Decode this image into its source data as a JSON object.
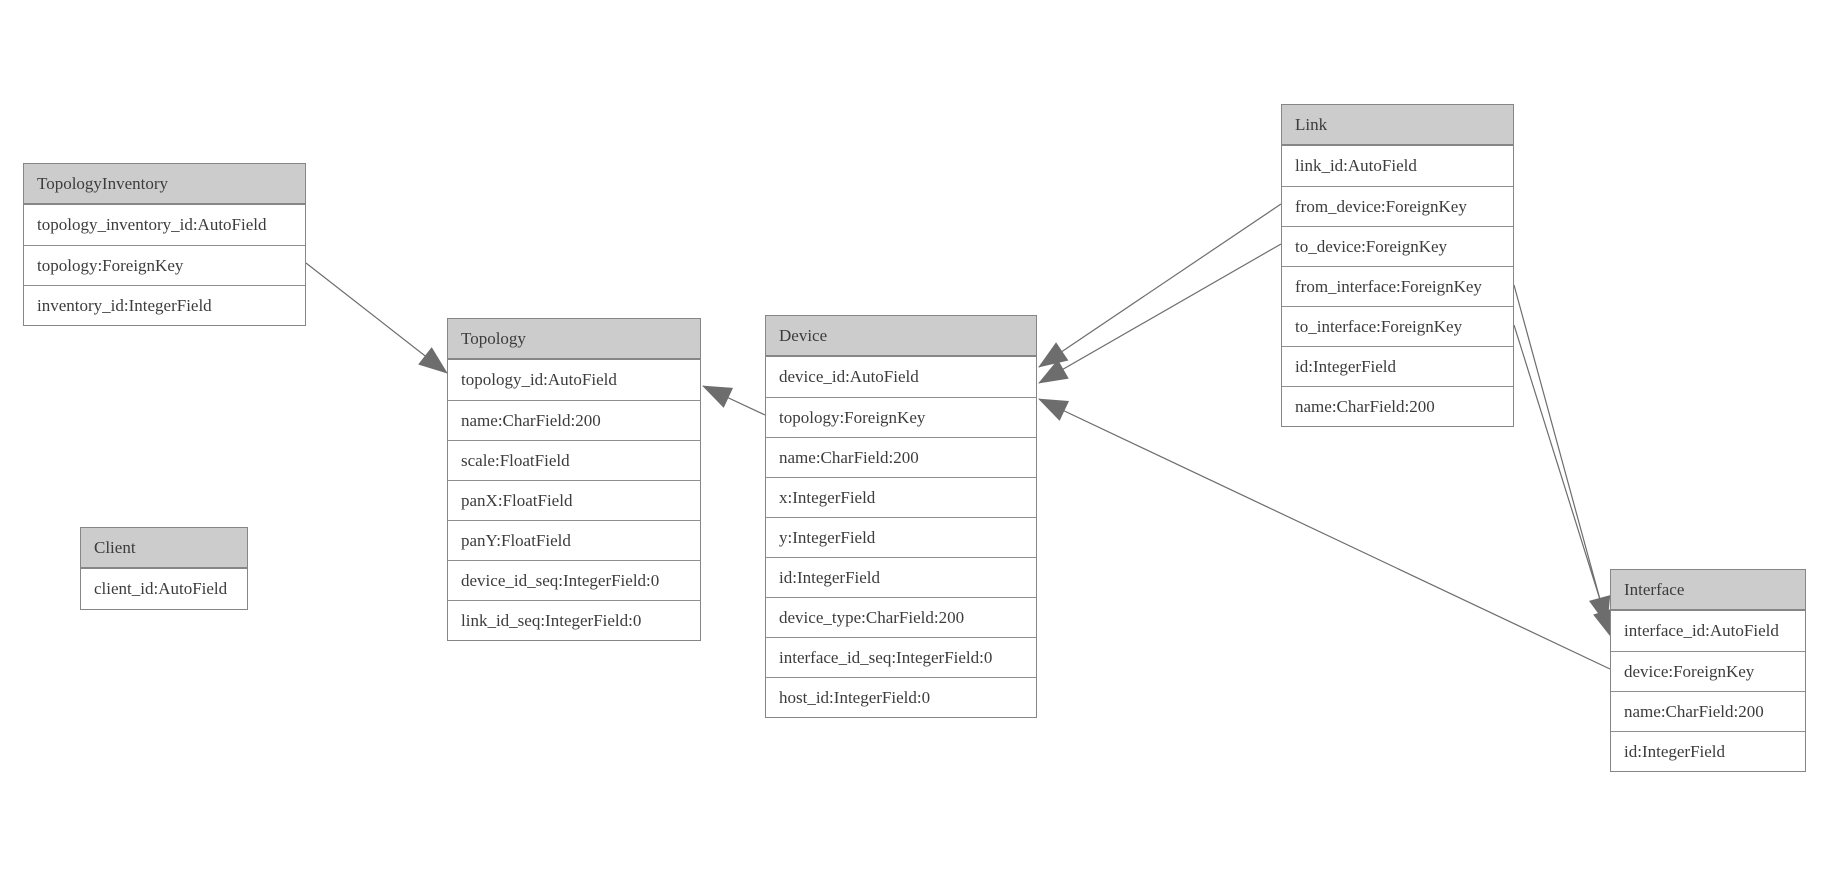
{
  "diagram": {
    "kind": "database-model-diagram",
    "colors": {
      "background": "#ffffff",
      "header_fill": "#cccccc",
      "border": "#868686",
      "row_separator": "#8f8f8f",
      "connector": "#6d6d6d",
      "text": "#3c3c3c"
    },
    "entities": [
      {
        "name": "TopologyInventory",
        "fields": [
          "topology_inventory_id:AutoField",
          "topology:ForeignKey",
          "inventory_id:IntegerField"
        ]
      },
      {
        "name": "Topology",
        "fields": [
          "topology_id:AutoField",
          "name:CharField:200",
          "scale:FloatField",
          "panX:FloatField",
          "panY:FloatField",
          "device_id_seq:IntegerField:0",
          "link_id_seq:IntegerField:0"
        ]
      },
      {
        "name": "Client",
        "fields": [
          "client_id:AutoField"
        ]
      },
      {
        "name": "Device",
        "fields": [
          "device_id:AutoField",
          "topology:ForeignKey",
          "name:CharField:200",
          "x:IntegerField",
          "y:IntegerField",
          "id:IntegerField",
          "device_type:CharField:200",
          "interface_id_seq:IntegerField:0",
          "host_id:IntegerField:0"
        ]
      },
      {
        "name": "Link",
        "fields": [
          "link_id:AutoField",
          "from_device:ForeignKey",
          "to_device:ForeignKey",
          "from_interface:ForeignKey",
          "to_interface:ForeignKey",
          "id:IntegerField",
          "name:CharField:200"
        ]
      },
      {
        "name": "Interface",
        "fields": [
          "interface_id:AutoField",
          "device:ForeignKey",
          "name:CharField:200",
          "id:IntegerField"
        ]
      }
    ],
    "relations": [
      {
        "from": "TopologyInventory.topology",
        "to": "Topology"
      },
      {
        "from": "Device.topology",
        "to": "Topology"
      },
      {
        "from": "Link.from_device",
        "to": "Device"
      },
      {
        "from": "Link.to_device",
        "to": "Device"
      },
      {
        "from": "Interface.device",
        "to": "Device"
      },
      {
        "from": "Link.from_interface",
        "to": "Interface"
      },
      {
        "from": "Link.to_interface",
        "to": "Interface"
      }
    ]
  }
}
